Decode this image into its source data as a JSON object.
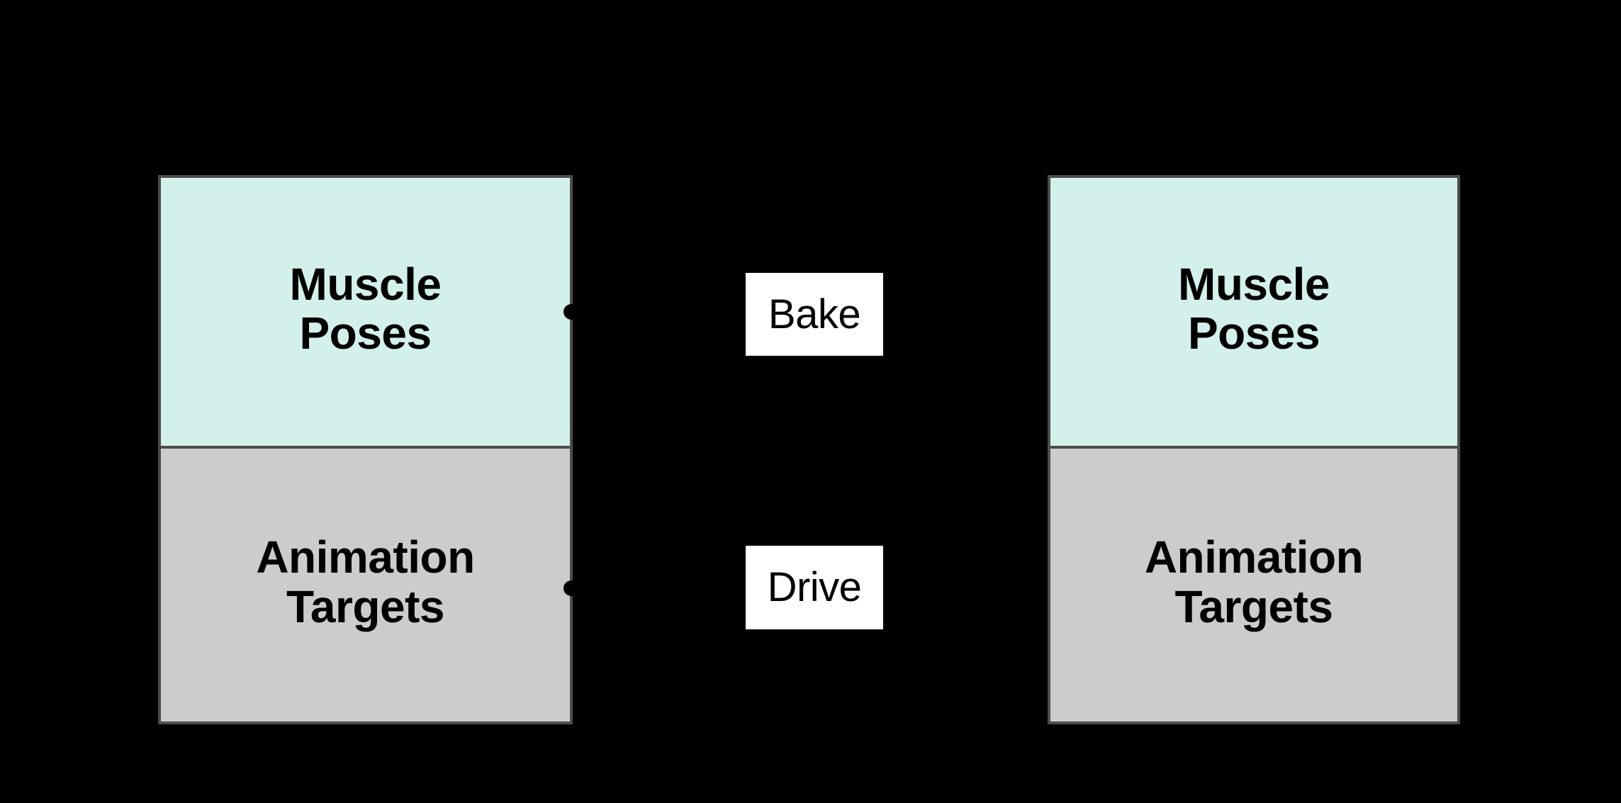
{
  "diagram": {
    "background_color": "#000000",
    "nodes": [
      {
        "id": "left-node",
        "sections": [
          {
            "id": "muscle-poses-left",
            "label": "Muscle\nPoses",
            "fill": "#d3f0ec"
          },
          {
            "id": "animation-targets-left",
            "label": "Animation\nTargets",
            "fill": "#cccccc"
          }
        ]
      },
      {
        "id": "right-node",
        "sections": [
          {
            "id": "muscle-poses-right",
            "label": "Muscle\nPoses",
            "fill": "#d3f0ec"
          },
          {
            "id": "animation-targets-right",
            "label": "Animation\nTargets",
            "fill": "#cccccc"
          }
        ]
      }
    ],
    "edges": [
      {
        "id": "edge-bake",
        "label": "Bake",
        "from": "muscle-poses-left",
        "to": "muscle-poses-right"
      },
      {
        "id": "edge-drive",
        "label": "Drive",
        "from": "animation-targets-left",
        "to": "animation-targets-right"
      }
    ],
    "colors": {
      "node_border": "#4d4d4d",
      "mint_fill": "#d3f0ec",
      "gray_fill": "#cccccc",
      "label_chip_fill": "#ffffff",
      "text": "#000000",
      "connector": "#000000"
    }
  }
}
